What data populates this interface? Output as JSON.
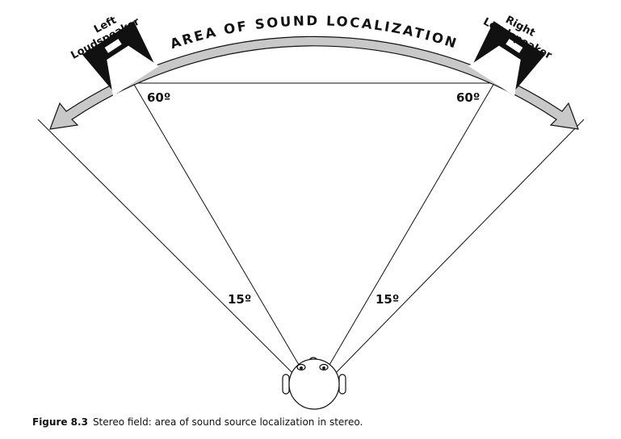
{
  "diagram": {
    "arc_label": "AREA OF SOUND LOCALIZATION",
    "left_speaker": [
      "Left",
      "Loudspeaker"
    ],
    "right_speaker": [
      "Right",
      "Loudspeaker"
    ],
    "angle_left_top": "60º",
    "angle_right_top": "60º",
    "angle_left_bottom": "15º",
    "angle_right_bottom": "15º"
  },
  "caption": {
    "label": "Figure 8.3",
    "text": "Stereo field: area of sound source localization in stereo."
  },
  "colors": {
    "band": "#c8c8c8",
    "ink": "#111111"
  }
}
